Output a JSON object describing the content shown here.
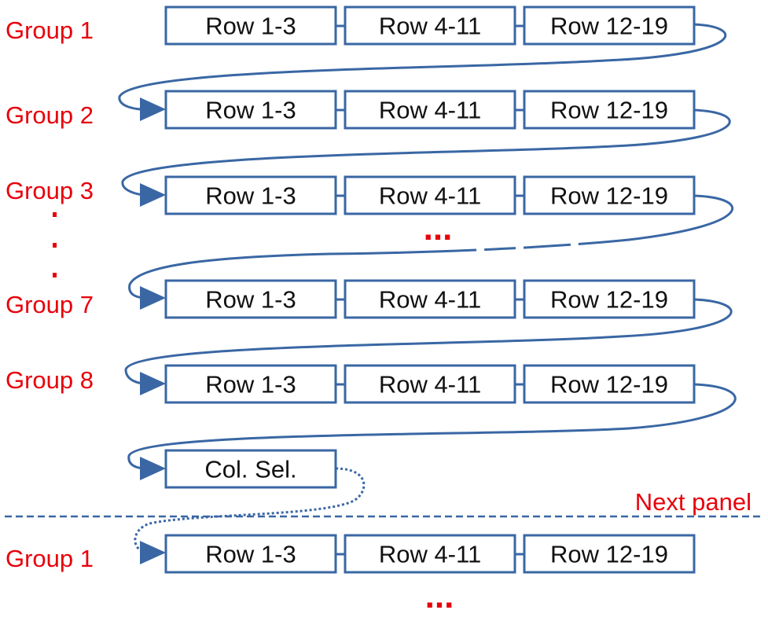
{
  "groups": [
    {
      "label": "Group 1",
      "boxes": [
        "Row 1-3",
        "Row 4-11",
        "Row 12-19"
      ]
    },
    {
      "label": "Group 2",
      "boxes": [
        "Row 1-3",
        "Row 4-11",
        "Row 12-19"
      ]
    },
    {
      "label": "Group 3",
      "boxes": [
        "Row 1-3",
        "Row 4-11",
        "Row 12-19"
      ]
    },
    {
      "label": "Group 7",
      "boxes": [
        "Row 1-3",
        "Row 4-11",
        "Row 12-19"
      ]
    },
    {
      "label": "Group 8",
      "boxes": [
        "Row 1-3",
        "Row 4-11",
        "Row 12-19"
      ]
    }
  ],
  "column_selection": "Col. Sel.",
  "next_panel": {
    "label": "Next panel",
    "group": {
      "label": "Group 1",
      "boxes": [
        "Row 1-3",
        "Row 4-11",
        "Row 12-19"
      ]
    }
  },
  "ellipsis": "...",
  "colors": {
    "accent": "#e8000b",
    "line": "#3a67a4"
  }
}
